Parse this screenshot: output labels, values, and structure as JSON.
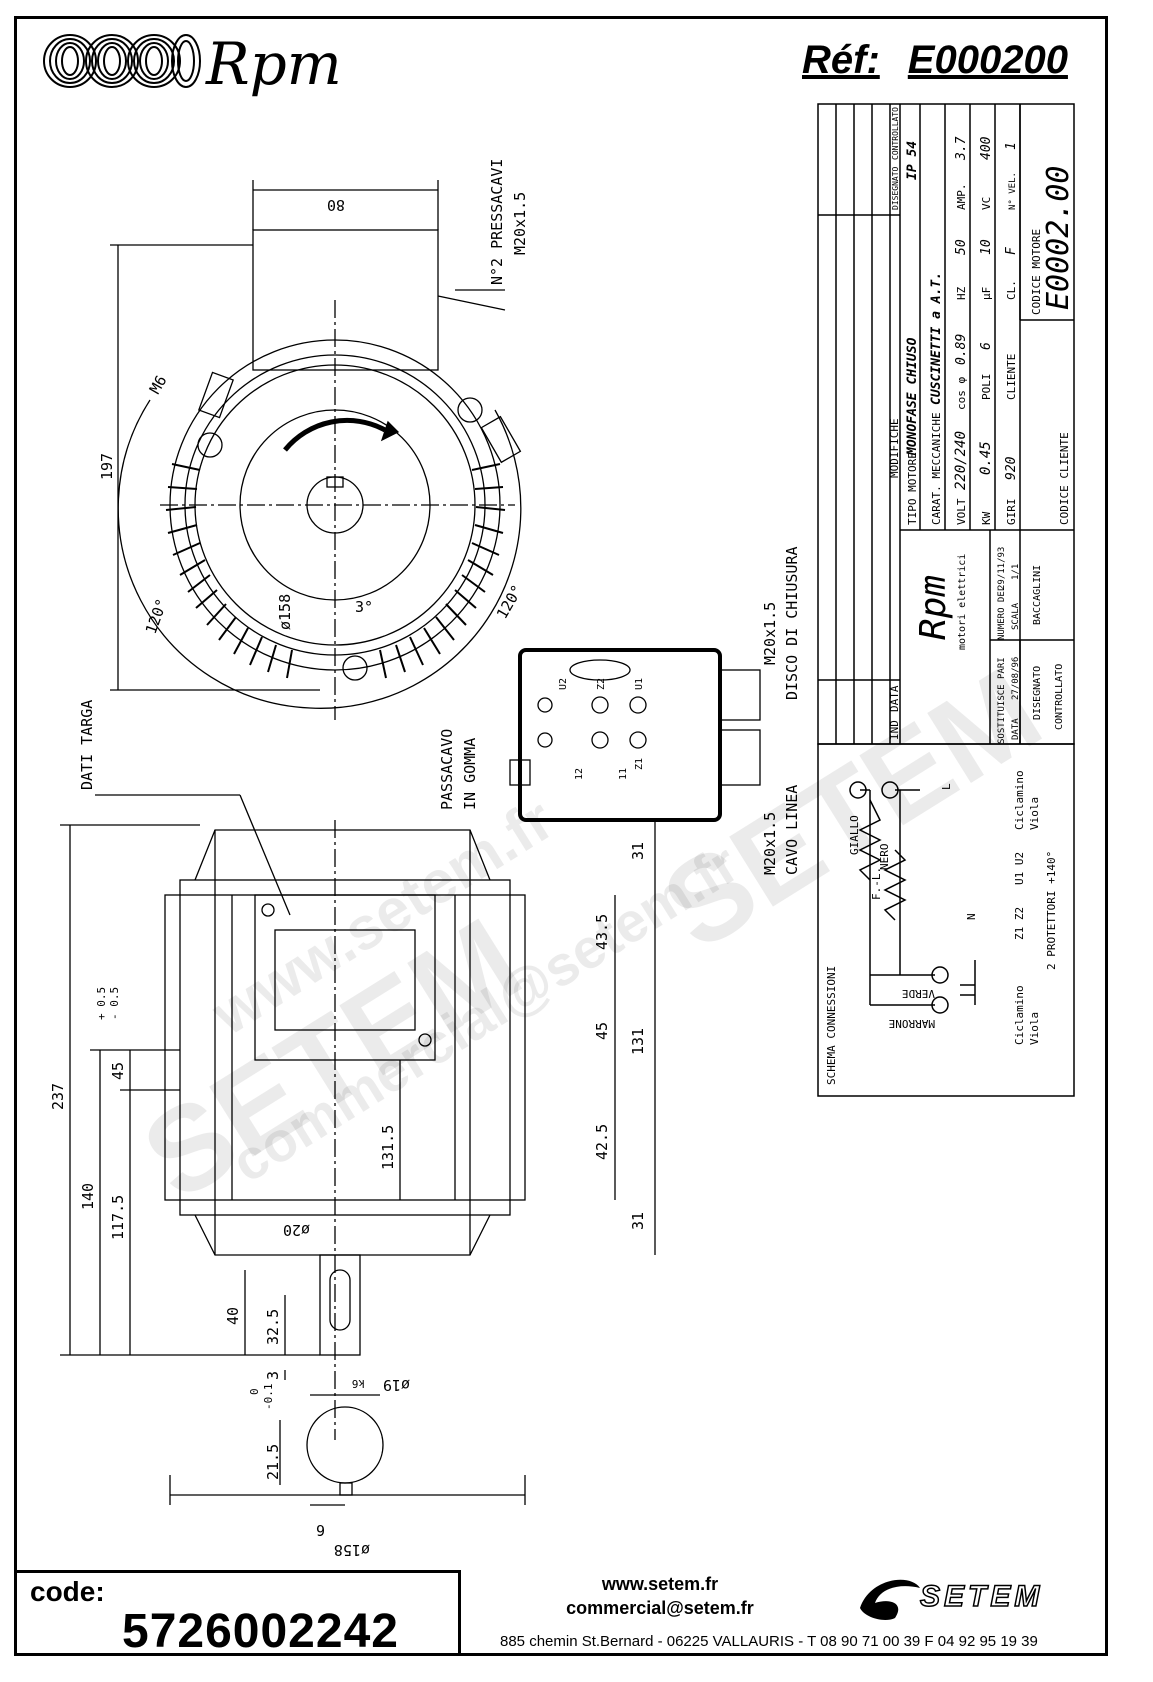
{
  "header": {
    "brand": "Rpm",
    "ref_label": "Réf:",
    "ref_code": "E000200"
  },
  "drawing": {
    "dims": {
      "d80": "80",
      "d197": "197",
      "d158_top": "ø158",
      "d3deg": "3°",
      "d120_left": "120°",
      "d120_right": "120°",
      "m6": "M6",
      "pressacavi_1": "N°2 PRESSACAVI",
      "pressacavi_2": "M20x1.5",
      "dati_targa": "DATI TARGA",
      "passacavo_1": "PASSACAVO",
      "passacavo_2": "IN GOMMA",
      "disco_1": "M20x1.5",
      "disco_2": "DISCO DI CHIUSURA",
      "cavo_1": "M20x1.5",
      "cavo_2": "CAVO LINEA",
      "d237": "237",
      "d140": "140",
      "d117_5": "117.5",
      "d45_tol": "45",
      "tol_plus": "+ 0.5",
      "tol_minus": "- 0.5",
      "d131_5": "131.5",
      "d20": "ø20",
      "d40": "40",
      "d32_5": "32.5",
      "d3": "3",
      "d31_top": "31",
      "d43_5": "43.5",
      "d45": "45",
      "d42_5": "42.5",
      "d131": "131",
      "d31_bottom": "31",
      "d19": "ø19",
      "k6": "k6",
      "d21_5": "21.5",
      "tol_0": "0",
      "tol_01": "-0.1",
      "d6": "6",
      "d158_bottom": "ø158"
    },
    "terminal": {
      "u2": "U2",
      "z2": "Z2",
      "u1": "U1",
      "z1": "Z1",
      "t11": "11",
      "t12": "12"
    }
  },
  "title_block": {
    "modifiche": "MODIFICHE",
    "ind": "IND",
    "data": "DATA",
    "disegnato": "DISEGNATO",
    "controllato": "CONTROLLATO",
    "tipo_motore_label": "TIPO MOTORE",
    "tipo_motore": "MONOFASE CHIUSO",
    "ip": "IP 54",
    "carat_label": "CARAT. MECCANICHE",
    "carat": "CUSCINETTI a A.T.",
    "volt_label": "VOLT",
    "volt": "220/240",
    "cos_label": "cos φ",
    "cos": "0.89",
    "hz_label": "HZ",
    "hz": "50",
    "amp_label": "AMP.",
    "amp": "3.7",
    "kw_label": "KW",
    "kw": "0.45",
    "poli_label": "POLI",
    "poli": "6",
    "uf_label": "µF",
    "uf": "10",
    "vc_label": "VC",
    "vc": "400",
    "giri_label": "GIRI",
    "giri": "920",
    "cl_label": "CL.",
    "cl": "F",
    "nvel_label": "N° VEL.",
    "nvel": "1",
    "cliente_label": "CLIENTE",
    "codice_cliente_label": "CODICE CLIENTE",
    "codice_motore_label": "CODICE MOTORE",
    "codice_motore": "E0002.00",
    "logo_text": "Rpm",
    "logo_sub": "motori elettrici",
    "sostituisce": "SOSTITUISCE PARI",
    "numero_del": "NUMERO DEL",
    "numero_del_val": "29/11/93",
    "data2": "DATA",
    "data2_val": "27/08/96",
    "scala": "SCALA",
    "scala_val": "1/1",
    "disegnato2": "DISEGNATO",
    "disegnato2_val": "BACCAGLINI",
    "controllato2": "CONTROLLATO"
  },
  "schema": {
    "title": "SCHEMA CONNESSIONI",
    "giallo": "GIALLO",
    "nero": "NERO",
    "fl": "F.-L.",
    "verde": "VERDE",
    "marrone": "MARRONE",
    "n": "N",
    "l": "L",
    "ciclamino_left": "Ciclamino",
    "viola_left": "Viola",
    "ciclamino_right": "Ciclamino",
    "viola_right": "Viola",
    "z1z2": "Z1 Z2",
    "u1u2": "U1 U2",
    "protettori": "2 PROTETTORI +140°"
  },
  "watermark": {
    "w1": "www.setem.fr",
    "w2": "SETEM",
    "w3": "commercial@setem.fr"
  },
  "footer": {
    "code_label": "code:",
    "code_value": "5726002242",
    "web": "www.setem.fr",
    "email": "commercial@setem.fr",
    "address": "885 chemin St.Bernard  -  06225 VALLAURIS  -  T 08 90 71 00 39  F 04 92 95 19 39",
    "brand": "SETEM"
  }
}
